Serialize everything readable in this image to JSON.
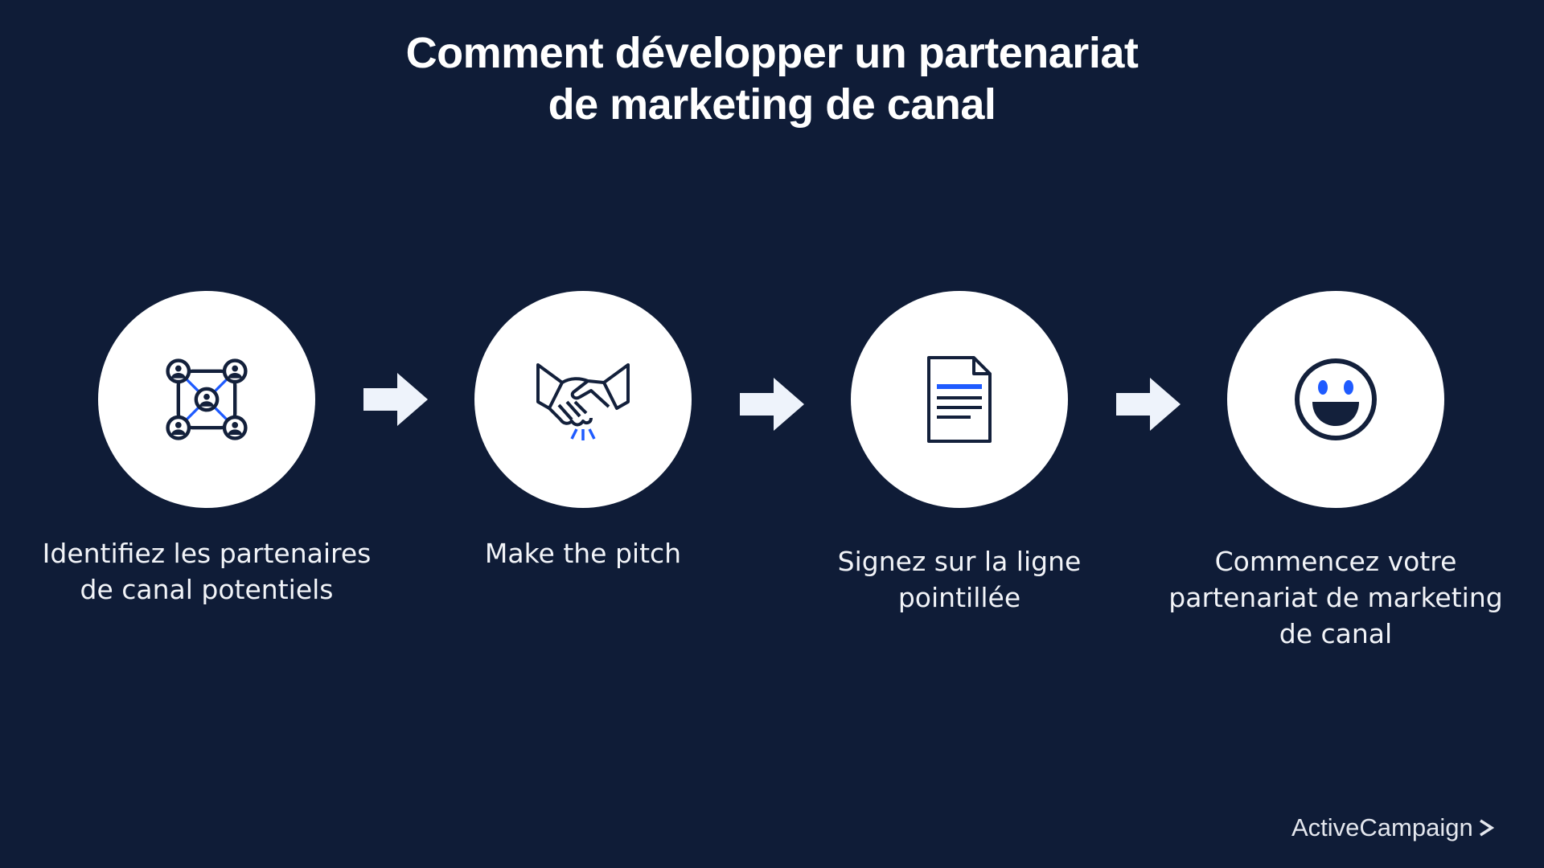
{
  "title": {
    "line1": "Comment développer un partenariat",
    "line2": "de marketing de canal"
  },
  "steps": [
    {
      "icon": "network-people-icon",
      "label_lines": [
        "Identifiez les partenaires",
        "de canal potentiels"
      ]
    },
    {
      "icon": "handshake-icon",
      "label_lines": [
        "Make the pitch"
      ]
    },
    {
      "icon": "document-icon",
      "label_lines": [
        "Signez sur la ligne",
        "pointillée"
      ]
    },
    {
      "icon": "smiley-face-icon",
      "label_lines": [
        "Commencez votre",
        "partenariat de marketing",
        "de canal"
      ]
    }
  ],
  "brand": {
    "name": "ActiveCampaign",
    "chevron": ">"
  },
  "colors": {
    "background": "#0f1c37",
    "accent": "#1f5bff",
    "icon_stroke": "#13203b",
    "arrow": "#eef3fb"
  }
}
